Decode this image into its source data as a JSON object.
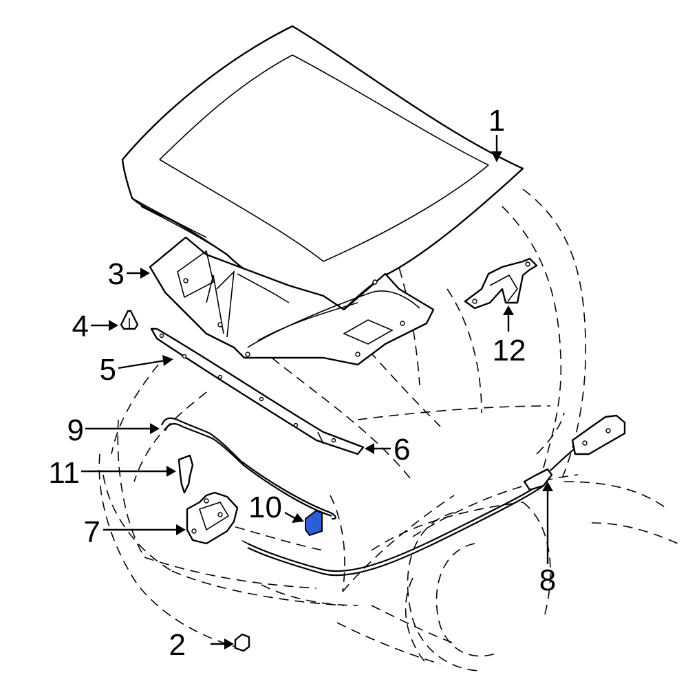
{
  "diagram": {
    "callouts": [
      {
        "id": "1",
        "label": "1"
      },
      {
        "id": "2",
        "label": "2"
      },
      {
        "id": "3",
        "label": "3"
      },
      {
        "id": "4",
        "label": "4"
      },
      {
        "id": "5",
        "label": "5"
      },
      {
        "id": "6",
        "label": "6"
      },
      {
        "id": "7",
        "label": "7"
      },
      {
        "id": "8",
        "label": "8"
      },
      {
        "id": "9",
        "label": "9"
      },
      {
        "id": "10",
        "label": "10"
      },
      {
        "id": "11",
        "label": "11"
      },
      {
        "id": "12",
        "label": "12"
      }
    ],
    "highlight_color": "#2a5fd8",
    "line_color": "#000000"
  }
}
